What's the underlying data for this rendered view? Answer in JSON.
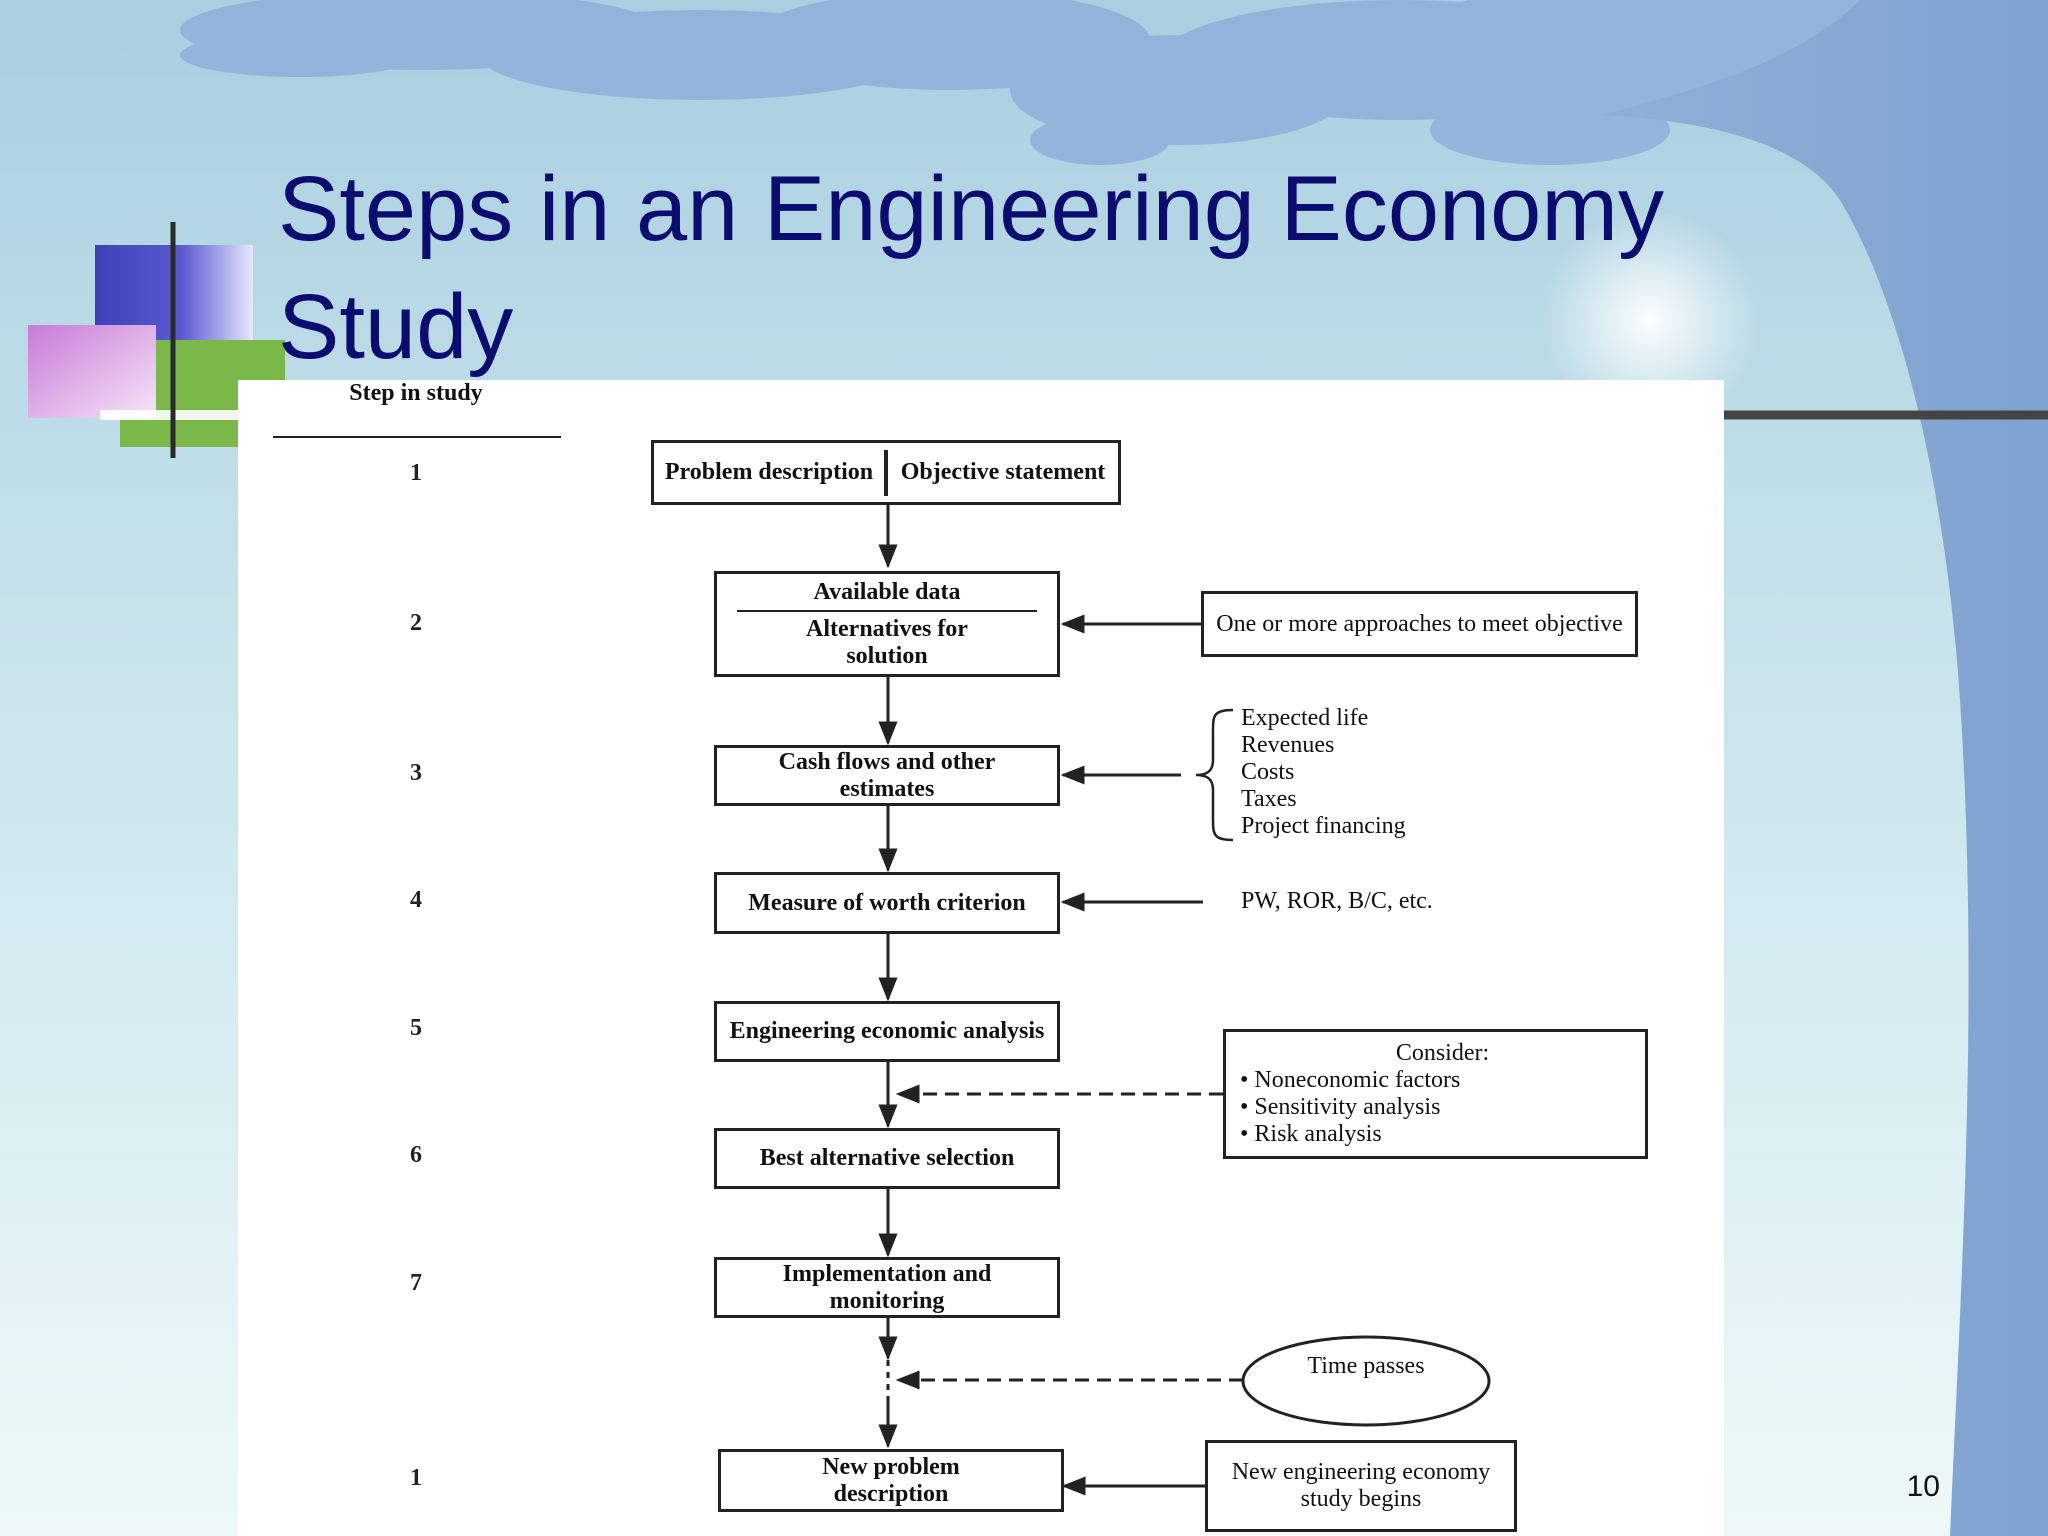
{
  "slide": {
    "title": "Steps in an Engineering Economy Study",
    "page_number": "10"
  },
  "figure": {
    "step_header": "Step in study",
    "steps": [
      "1",
      "2",
      "3",
      "4",
      "5",
      "6",
      "7",
      "1"
    ],
    "boxes": {
      "problem_description": "Problem description",
      "objective_statement": "Objective statement",
      "available_data": "Available data",
      "alternatives": "Alternatives for solution",
      "cash_flows": "Cash flows and other estimates",
      "measure_of_worth": "Measure of worth criterion",
      "engineering_analysis": "Engineering economic analysis",
      "best_alternative": "Best alternative selection",
      "implementation": "Implementation and monitoring",
      "new_problem": "New problem description"
    },
    "side_notes": {
      "approaches": "One or more approaches to meet objective",
      "estimates": [
        "Expected life",
        "Revenues",
        "Costs",
        "Taxes",
        "Project financing"
      ],
      "measures": "PW, ROR, B/C, etc.",
      "consider_title": "Consider:",
      "consider_items": [
        "• Noneconomic factors",
        "• Sensitivity analysis",
        "• Risk analysis"
      ],
      "time_passes": "Time passes",
      "new_study": "New engineering economy study begins"
    }
  }
}
